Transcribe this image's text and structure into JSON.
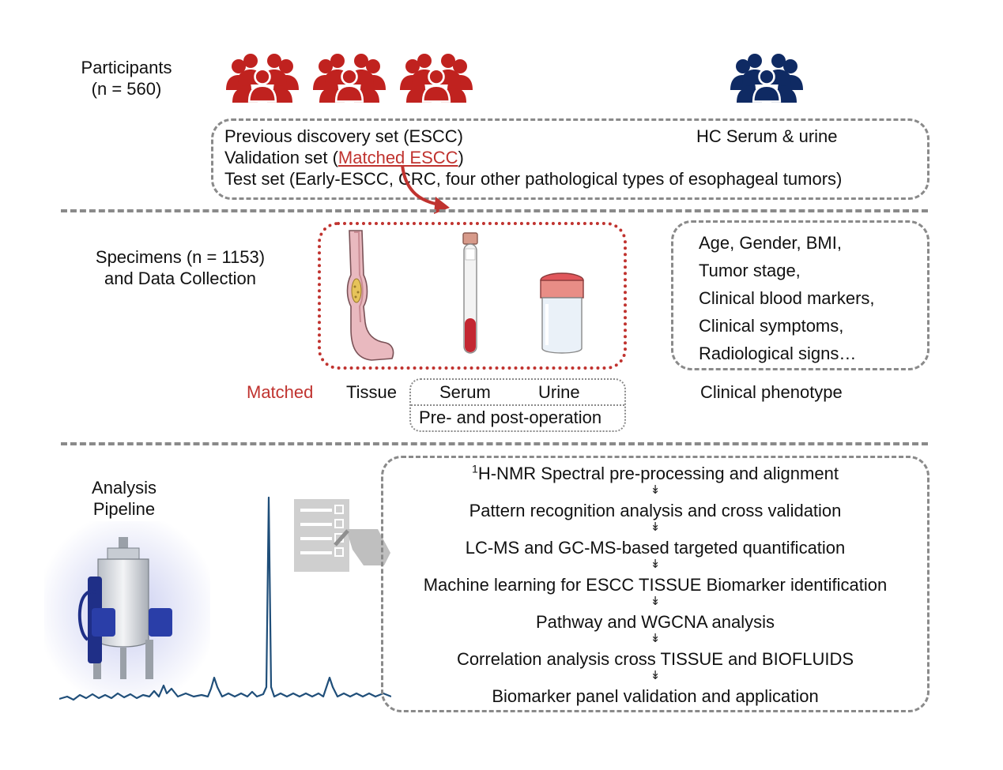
{
  "participants": {
    "title": "Participants",
    "count": "(n = 560)",
    "case_color": "#c0221f",
    "control_color": "#0f2a63",
    "case_icon": "people-group-icon",
    "control_icon": "people-group-icon"
  },
  "sets": {
    "discovery": "Previous discovery set (ESCC)",
    "hc": "HC Serum & urine",
    "validation_prefix": "Validation set (",
    "validation_link": "Matched ESCC",
    "validation_suffix": ")",
    "test": "Test set (Early-ESCC, CRC,  four other pathological types of  esophageal tumors)"
  },
  "specimens": {
    "title_line1": "Specimens (n = 1153)",
    "title_line2": "and Data Collection",
    "matched": "Matched",
    "tissue": "Tissue",
    "serum": "Serum",
    "urine": "Urine",
    "pre_post": "Pre- and post-operation",
    "clinical_phenotype": "Clinical phenotype",
    "clinical_items": [
      "Age, Gender,  BMI,",
      "Tumor stage,",
      "Clinical blood markers,",
      "Clinical symptoms,",
      "Radiological signs…"
    ]
  },
  "analysis": {
    "title_line1": "Analysis",
    "title_line2": "Pipeline",
    "steps": [
      {
        "sup": "1",
        "text": "H-NMR Spectral pre-processing and alignment"
      },
      {
        "sup": "",
        "text": "Pattern recognition analysis and cross validation"
      },
      {
        "sup": "",
        "text": "LC-MS and GC-MS-based targeted quantification"
      },
      {
        "sup": "",
        "text": "Machine learning for ESCC TISSUE Biomarker identification"
      },
      {
        "sup": "",
        "text": "Pathway and WGCNA analysis"
      },
      {
        "sup": "",
        "text": "Correlation analysis cross TISSUE and BIOFLUIDS"
      },
      {
        "sup": "",
        "text": "Biomarker panel validation and application"
      }
    ],
    "arrow_glyph": "↡"
  }
}
